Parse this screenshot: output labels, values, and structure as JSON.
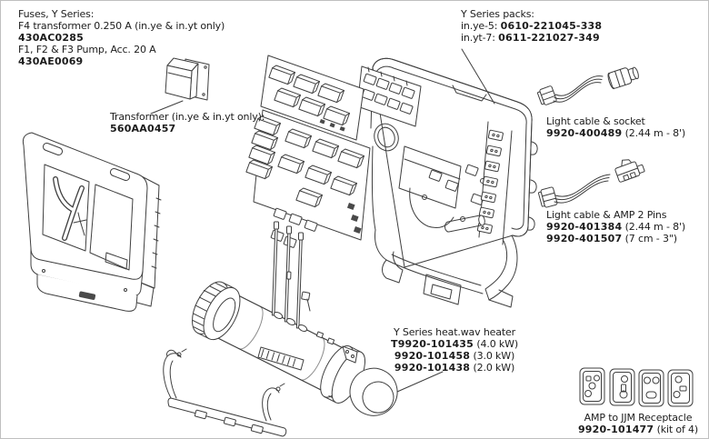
{
  "colors": {
    "line": "#3f3f3f",
    "text": "#1c1c1c",
    "background": "#ffffff",
    "border": "#bfbfbf"
  },
  "labels": {
    "fuses": {
      "title": "Fuses, Y Series:",
      "desc1": "F4 transformer 0.250 A (in.ye & in.yt only)",
      "part1": "430AC0285",
      "desc2": "F1, F2 & F3 Pump, Acc. 20 A",
      "part2": "430AE0069"
    },
    "packs": {
      "title": "Y Series packs:",
      "model1": "in.ye-5: ",
      "part1": "0610-221045-338",
      "model2": "in.yt-7: ",
      "part2": "0611-221027-349"
    },
    "transformer": {
      "title": "Transformer (in.ye & in.yt only):",
      "part": "560AA0457"
    },
    "light_socket": {
      "title": "Light cable & socket",
      "part": "9920-400489",
      "size": " (2.44 m - 8')"
    },
    "light_amp": {
      "title": "Light cable & AMP 2 Pins",
      "part1": "9920-401384",
      "size1": " (2.44 m - 8')",
      "part2": "9920-401507",
      "size2": " (7 cm - 3\")"
    },
    "heater": {
      "title": "Y Series heat.wav heater",
      "part1": "T9920-101435",
      "size1": " (4.0 kW)",
      "part2": "9920-101458",
      "size2": " (3.0 kW)",
      "part3": "9920-101438",
      "size3": " (2.0 kW)"
    },
    "receptacle": {
      "title": "AMP to JJM Receptacle",
      "part": "9920-101477",
      "size": " (kit of 4)"
    }
  },
  "diagram": {
    "parts": [
      "pack-front-cover",
      "transformer",
      "upper-pcb",
      "lower-pcb",
      "pack-chassis",
      "heater-tube",
      "heater-bracket",
      "light-cable-socket",
      "light-cable-amp-2pins",
      "amp-to-jjm-receptacle-plates"
    ]
  }
}
